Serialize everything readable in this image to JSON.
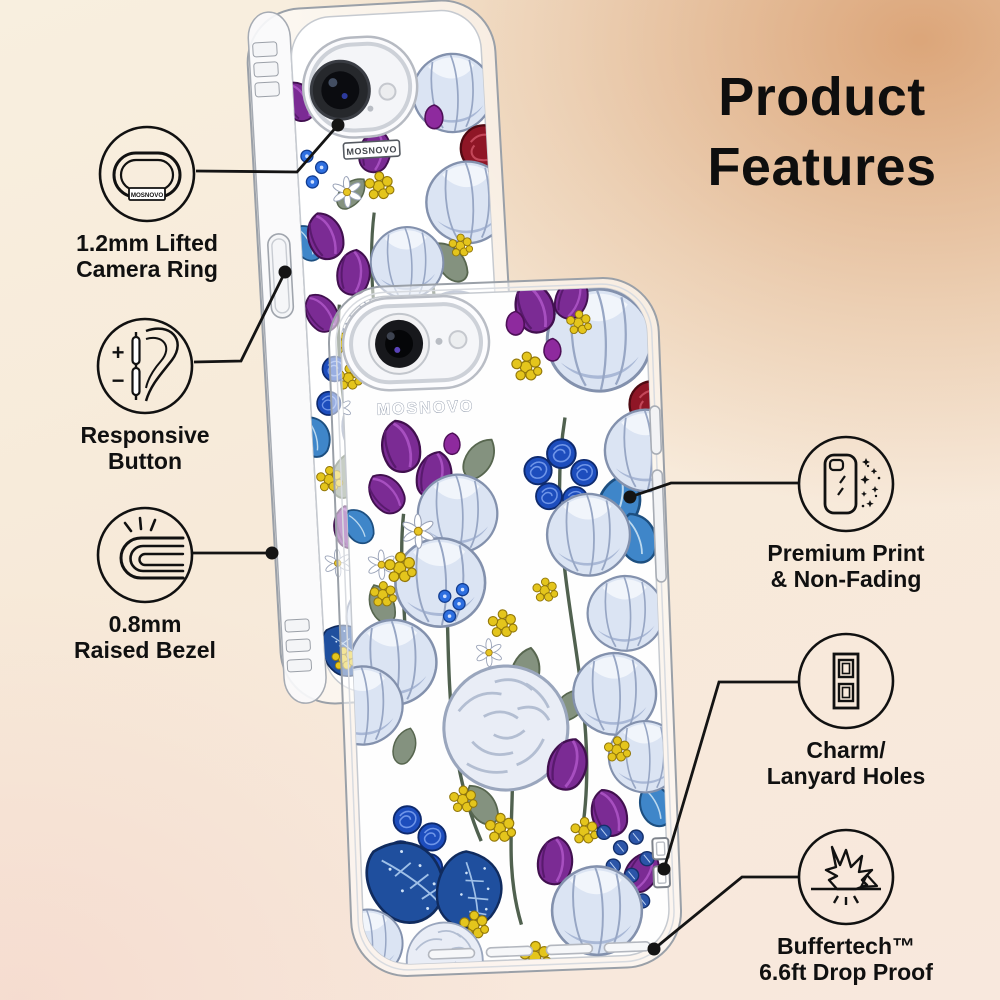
{
  "page": {
    "background_colors": {
      "top_right_peach": "#d89a66",
      "cream": "#f8efdf",
      "bottom_pink": "#f4d7cb"
    },
    "line_color": "#141414"
  },
  "title": {
    "line1": "Product",
    "line2": "Features"
  },
  "brand": "MOSNOVO",
  "features": [
    {
      "id": "lifted-camera-ring",
      "line1": "1.2mm Lifted",
      "line2": "Camera Ring"
    },
    {
      "id": "responsive-button",
      "line1": "Responsive",
      "line2": "Button",
      "plus": "+",
      "minus": "−"
    },
    {
      "id": "raised-bezel",
      "line1": "0.8mm",
      "line2": "Raised Bezel"
    },
    {
      "id": "premium-print",
      "line1": "Premium Print",
      "line2": "& Non-Fading"
    },
    {
      "id": "charm-lanyard-holes",
      "line1": "Charm/",
      "line2": "Lanyard Holes"
    },
    {
      "id": "buffertech-drop-proof",
      "line1": "Buffertech™",
      "line2": "6.6ft Drop Proof"
    }
  ]
}
